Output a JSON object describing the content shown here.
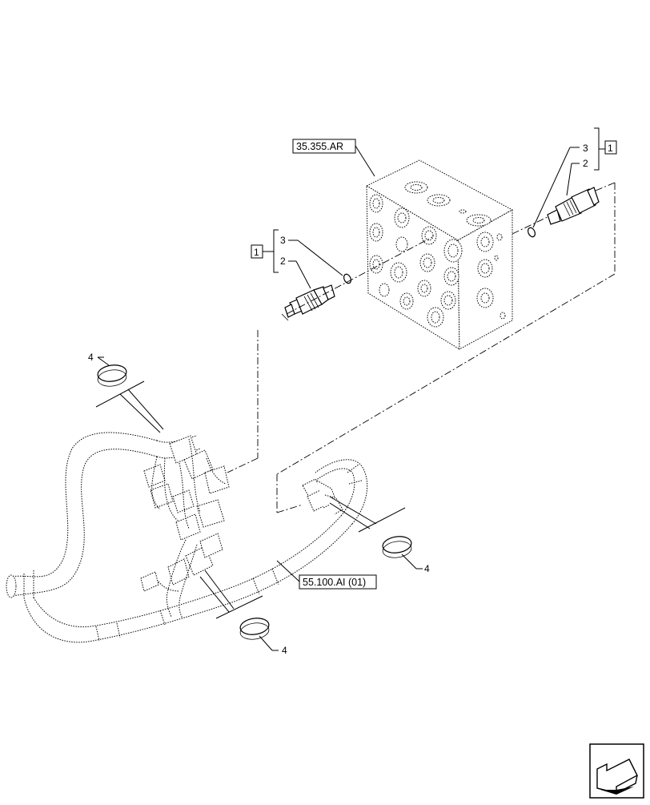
{
  "callouts": {
    "ref_valve_block": "35.355.AR",
    "ref_harness": "55.100.AI (01)",
    "left_group_box": "1",
    "left_item_3": "3",
    "left_item_2": "2",
    "right_group_box": "1",
    "right_item_3": "3",
    "right_item_2": "2",
    "tie_top_left": "4",
    "tie_right": "4",
    "tie_bottom": "4"
  },
  "icons": {
    "nav_corner": "arrow-icon"
  }
}
